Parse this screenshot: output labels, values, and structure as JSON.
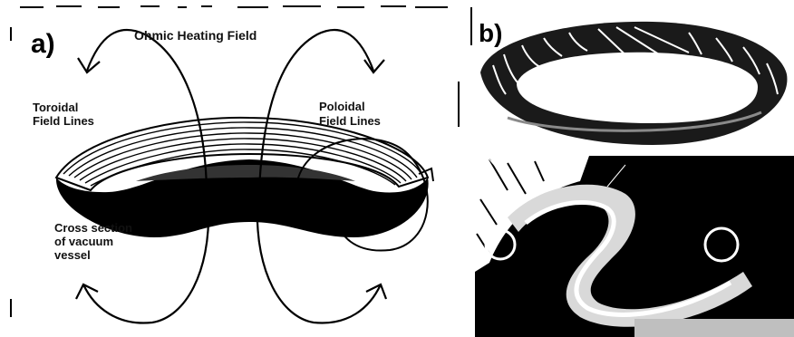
{
  "panels": {
    "a": {
      "letter": "a)",
      "labels": {
        "ohmic": "Ohmic Heating Field",
        "toroidal_1": "Toroidal",
        "toroidal_2": "Field Lines",
        "poloidal_1": "Poloidal",
        "poloidal_2": "Field Lines",
        "cross_1": "Cross section",
        "cross_2": "of vacuum",
        "cross_3": "vessel"
      }
    },
    "b": {
      "letter": "b)"
    }
  },
  "colors": {
    "ink": "#000000",
    "paper": "#ffffff",
    "shade": "#bfbfbf"
  }
}
